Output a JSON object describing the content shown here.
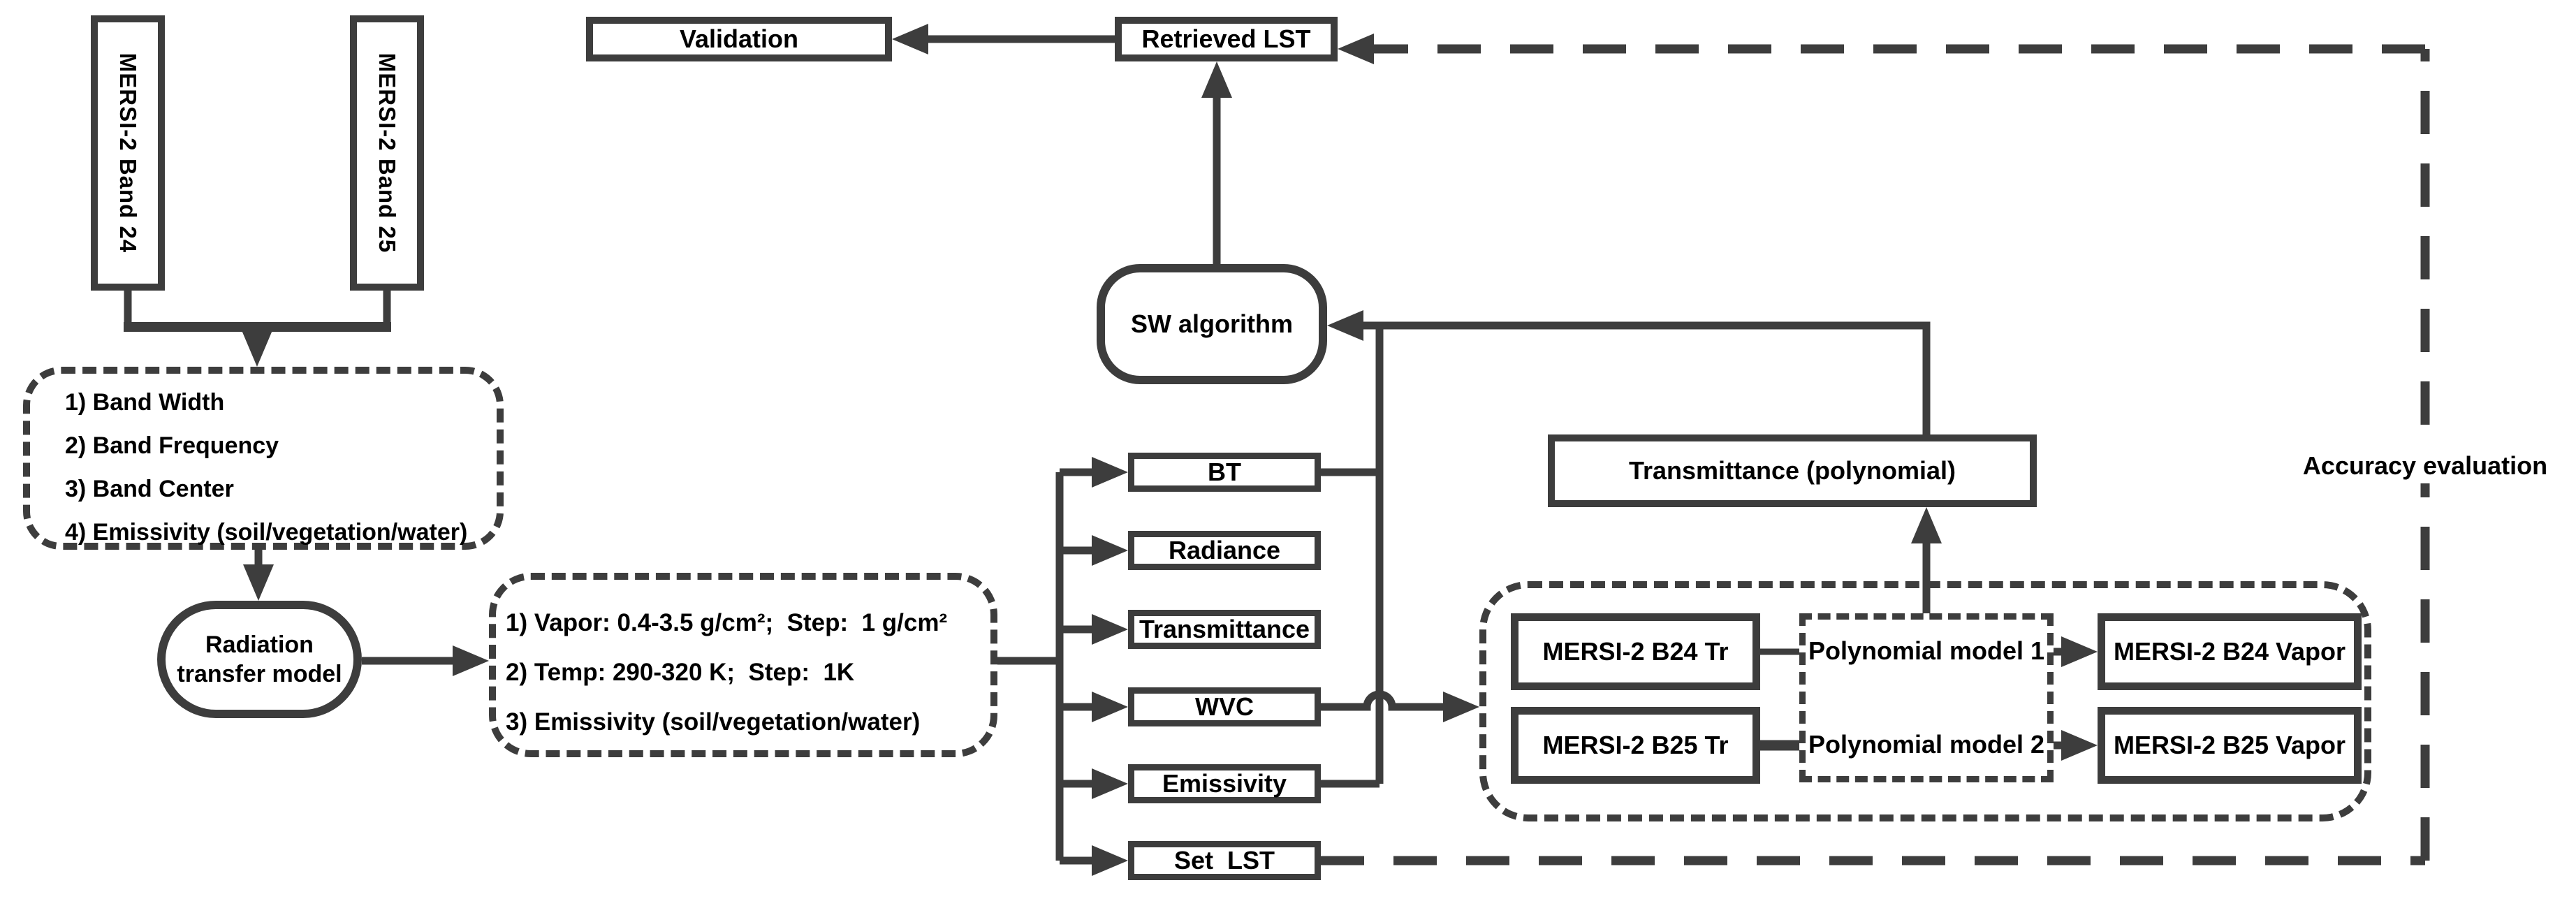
{
  "colors": {
    "stroke": "#3d3d3d",
    "text": "#000000",
    "background": "#ffffff"
  },
  "nodes": {
    "band24": {
      "label": "MERSI-2 Band 24"
    },
    "band25": {
      "label": "MERSI-2 Band 25"
    },
    "band_params": {
      "lines": [
        "1) Band Width",
        "2) Band Frequency",
        "3) Band Center",
        "4) Emissivity (soil/vegetation/water)"
      ]
    },
    "radiation_model": {
      "lines": [
        "Radiation",
        "transfer model"
      ]
    },
    "sim_params": {
      "lines": [
        "1) Vapor: 0.4-3.5 g/cm²;  Step:  1 g/cm²",
        "2) Temp: 290-320 K;  Step:  1K",
        "3) Emissivity (soil/vegetation/water)"
      ]
    },
    "outputs": [
      {
        "label": "BT"
      },
      {
        "label": "Radiance"
      },
      {
        "label": "Transmittance"
      },
      {
        "label": "WVC"
      },
      {
        "label": "Emissivity"
      },
      {
        "label": "Set  LST"
      }
    ],
    "sw_algorithm": {
      "label": "SW algorithm"
    },
    "retrieved_lst": {
      "label": "Retrieved LST"
    },
    "validation": {
      "label": "Validation"
    },
    "transmittance_poly": {
      "label": "Transmittance (polynomial)"
    },
    "vapor_group": {
      "b24_tr": {
        "label": "MERSI-2 B24 Tr"
      },
      "b25_tr": {
        "label": "MERSI-2 B25 Tr"
      },
      "poly_model_1": {
        "label": "Polynomial model 1"
      },
      "poly_model_2": {
        "label": "Polynomial model 2"
      },
      "b24_vapor": {
        "label": "MERSI-2 B24 Vapor"
      },
      "b25_vapor": {
        "label": "MERSI-2 B25 Vapor"
      }
    },
    "accuracy_evaluation": {
      "label": "Accuracy evaluation"
    }
  }
}
